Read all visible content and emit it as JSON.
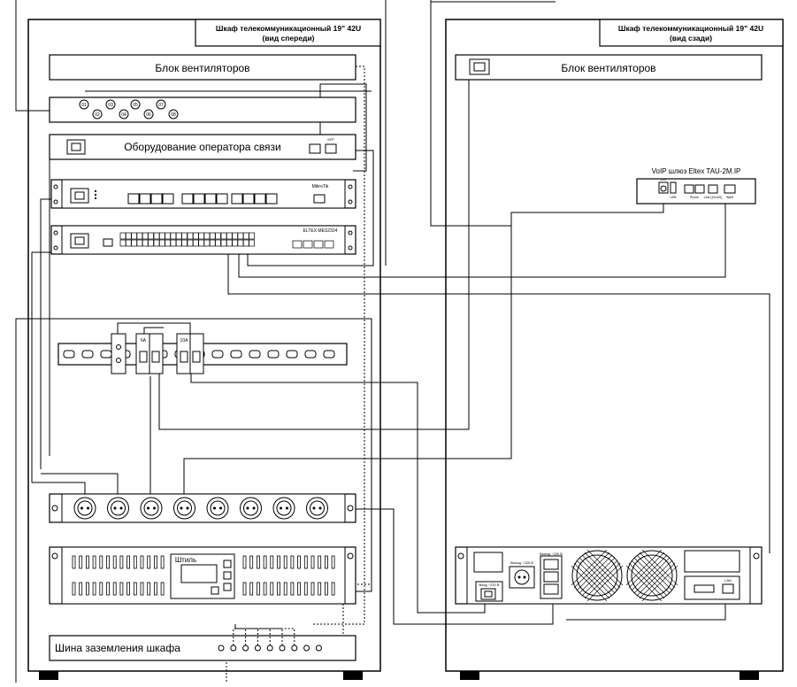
{
  "front_cabinet": {
    "title_line1": "Шкаф телекоммуникационный 19\" 42U",
    "title_line2": "(вид спереди)",
    "fan_block_label": "Блок вентиляторов",
    "patch_ports": [
      "01",
      "02",
      "03",
      "04",
      "05",
      "06",
      "07",
      "08"
    ],
    "operator_equipment_label": "Оборудование оператора связи",
    "operator_port_label": "SFP",
    "mikrotik_label": "MikroTik",
    "eltex_switch_label": "ELTEX MES2324",
    "breaker_1_label": "6A",
    "breaker_2_label": "10A",
    "ups_brand_label": "Штиль",
    "ground_bus_label": "Шина заземления шкафа"
  },
  "rear_cabinet": {
    "title_line1": "Шкаф телекоммуникационный 19\" 42U",
    "title_line2": "(вид сзади)",
    "fan_block_label": "Блок вентиляторов",
    "voip_gateway_label": "VoIP шлюз Eltex TAU-2M.IP",
    "voip_port_labels": [
      "12V",
      "USB",
      "Phone",
      "LAN (10/100)",
      "WAN"
    ],
    "ups_input_label": "Вход ~220 В",
    "ups_output_label_1": "Выход ~220 В",
    "ups_output_label_2": "Выход ~220 В",
    "ups_lan_label": "LAN"
  },
  "colors": {
    "line": "#000000",
    "background": "#ffffff",
    "dashed": "#555555"
  }
}
